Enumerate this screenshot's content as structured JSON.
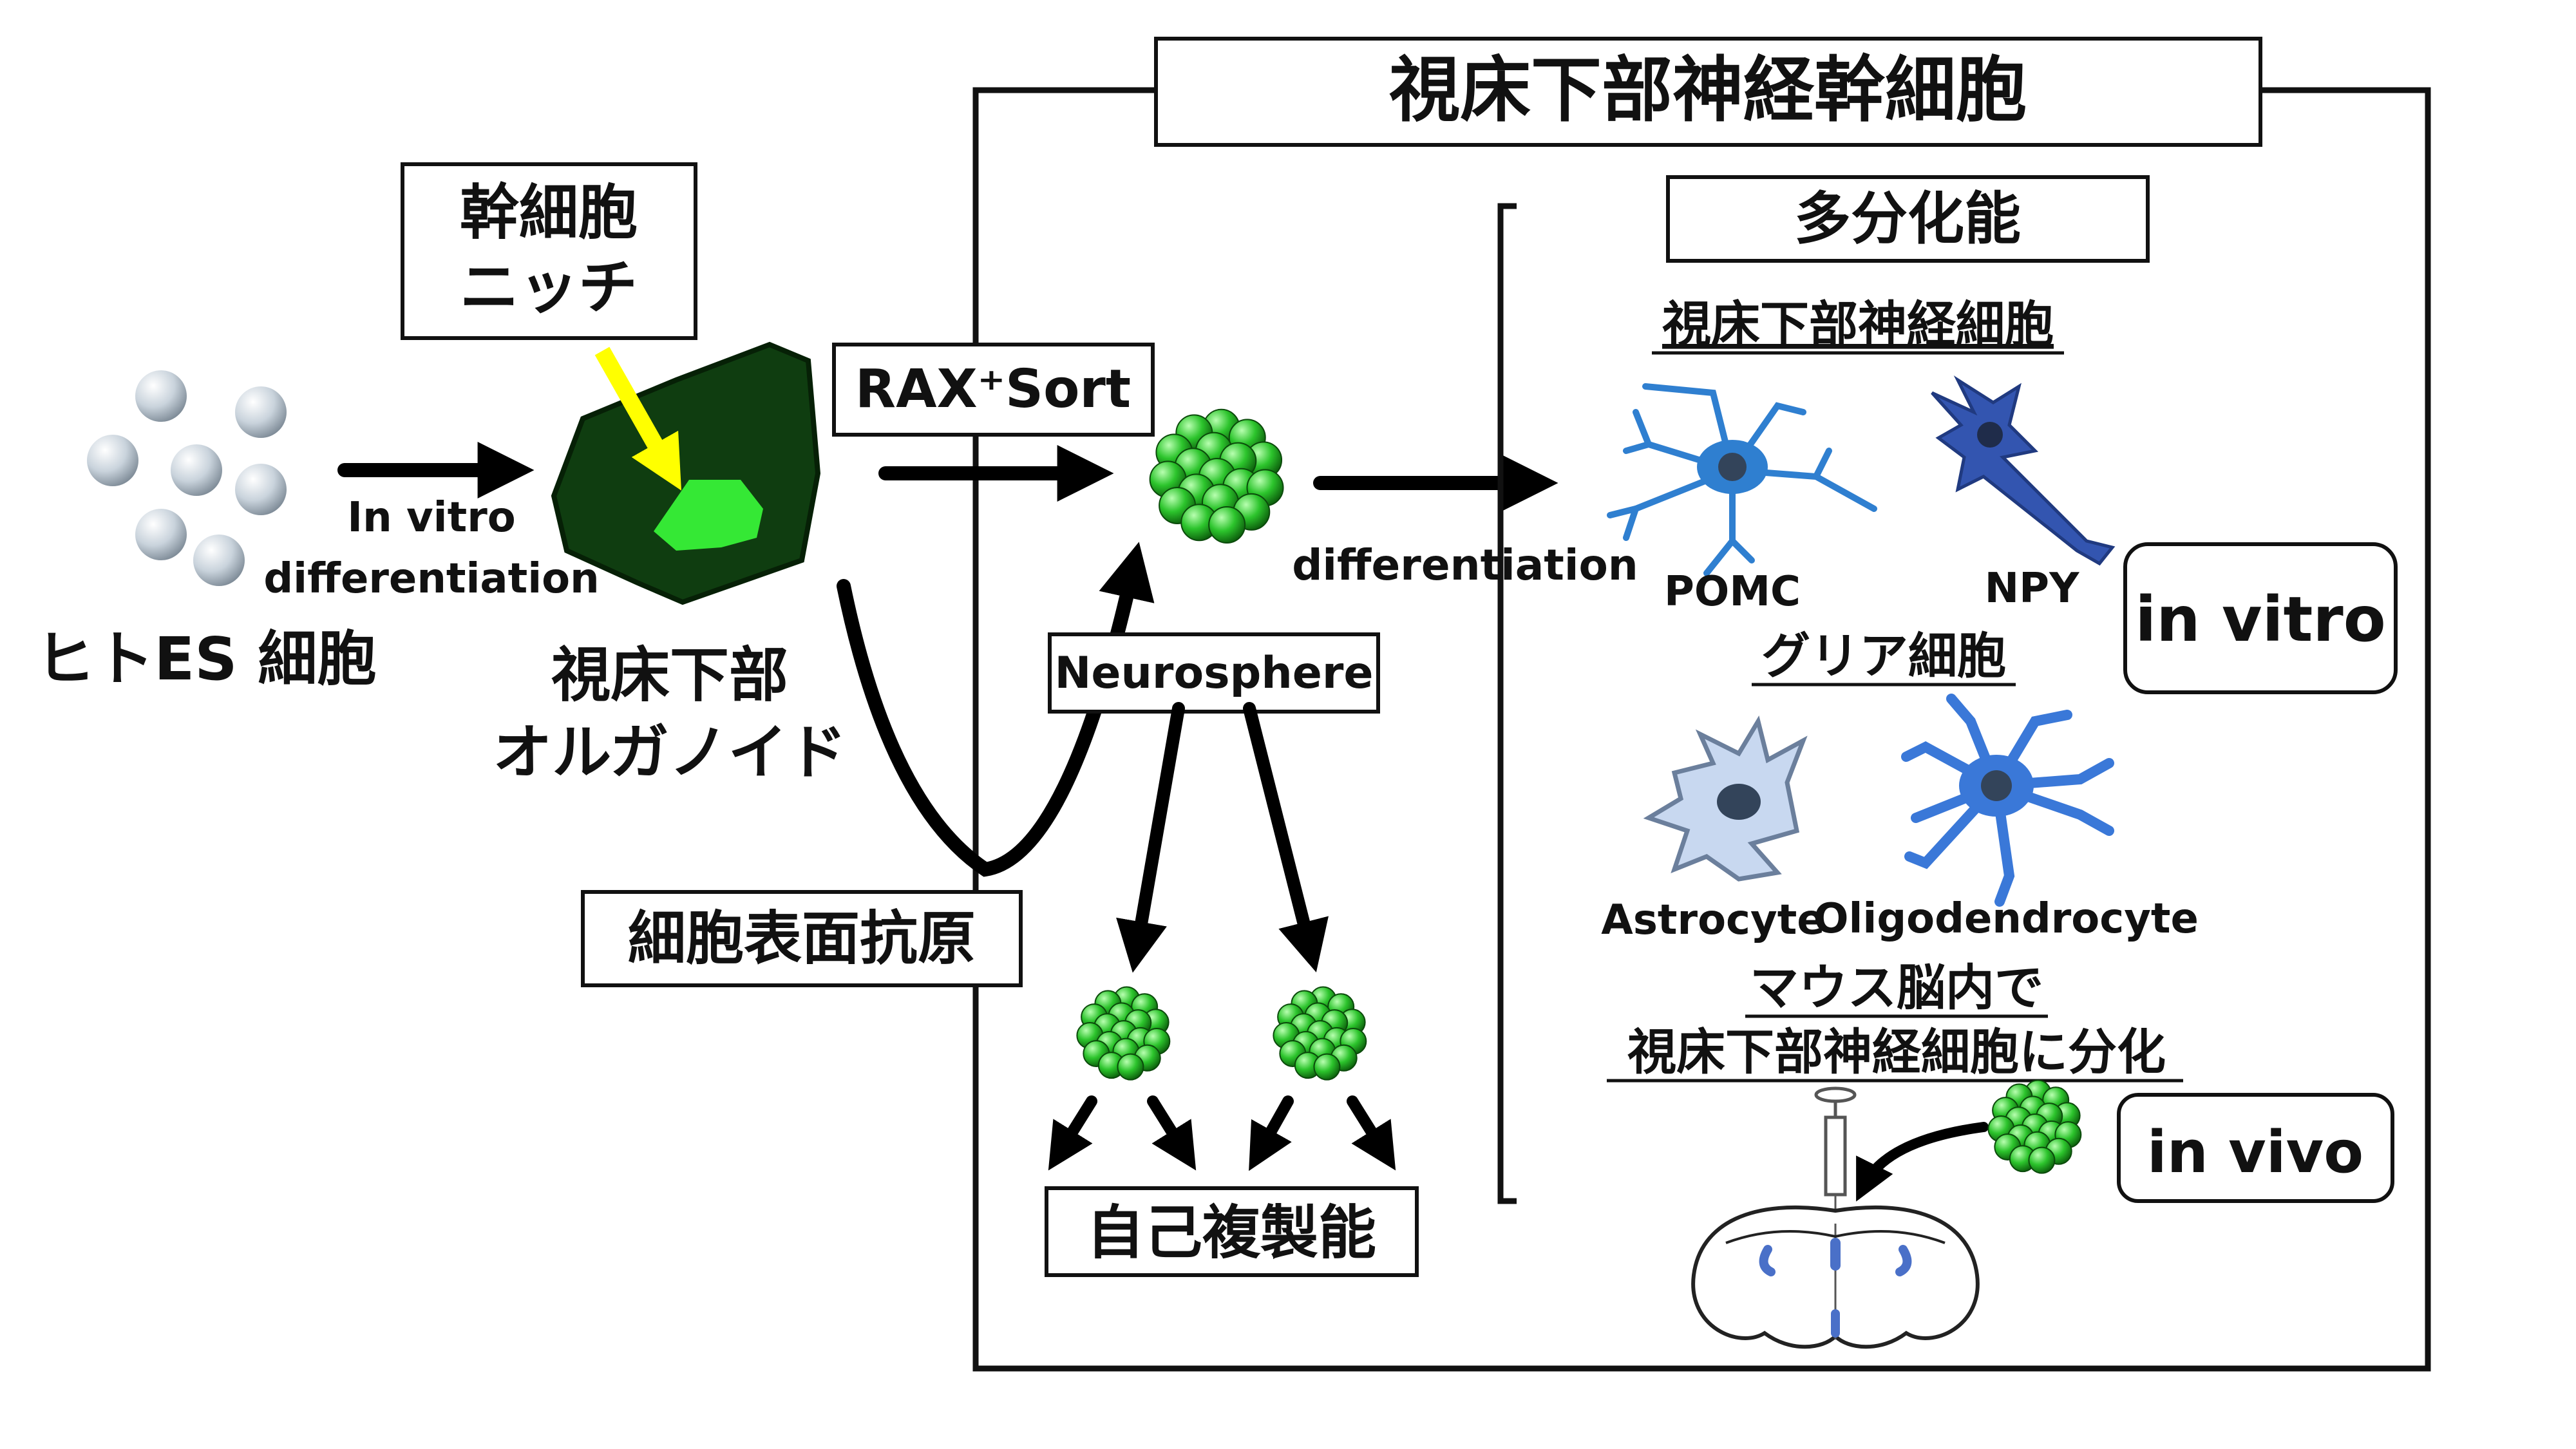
{
  "title": "視床下部神経幹細胞",
  "niche": {
    "line1": "幹細胞",
    "line2": "ニッチ"
  },
  "start_cells": "ヒトES 細胞",
  "in_vitro_diff": {
    "line1": "In vitro",
    "line2": "differentiation"
  },
  "organoid": {
    "line1": "視床下部",
    "line2": "オルガノイド"
  },
  "sort_label": "RAX⁺Sort",
  "surface_antigen": "細胞表面抗原",
  "neurosphere": "Neurosphere",
  "self_renewal": "自己複製能",
  "differentiation": "differentiation",
  "multipotency": "多分化能",
  "hypothalamic_neurons": "視床下部神経細胞",
  "pomc": "POMC",
  "npy": "NPY",
  "glia": "グリア細胞",
  "astrocyte": "Astrocyte",
  "oligodendrocyte": "Oligodendrocyte",
  "in_vitro": "in vitro",
  "mouse_line1": "マウス脳内で",
  "mouse_line2": "視床下部神経細胞に分化",
  "in_vivo": "in vivo",
  "colors": {
    "sphere_green": "#22b822",
    "organoid_dark": "#0f3d10",
    "organoid_light": "#35e835",
    "neuron_blue": "#2f7fd0",
    "npy_blue": "#3355b0",
    "glia_light": "#c8d8f0",
    "arrow_yellow": "#ffff00"
  }
}
